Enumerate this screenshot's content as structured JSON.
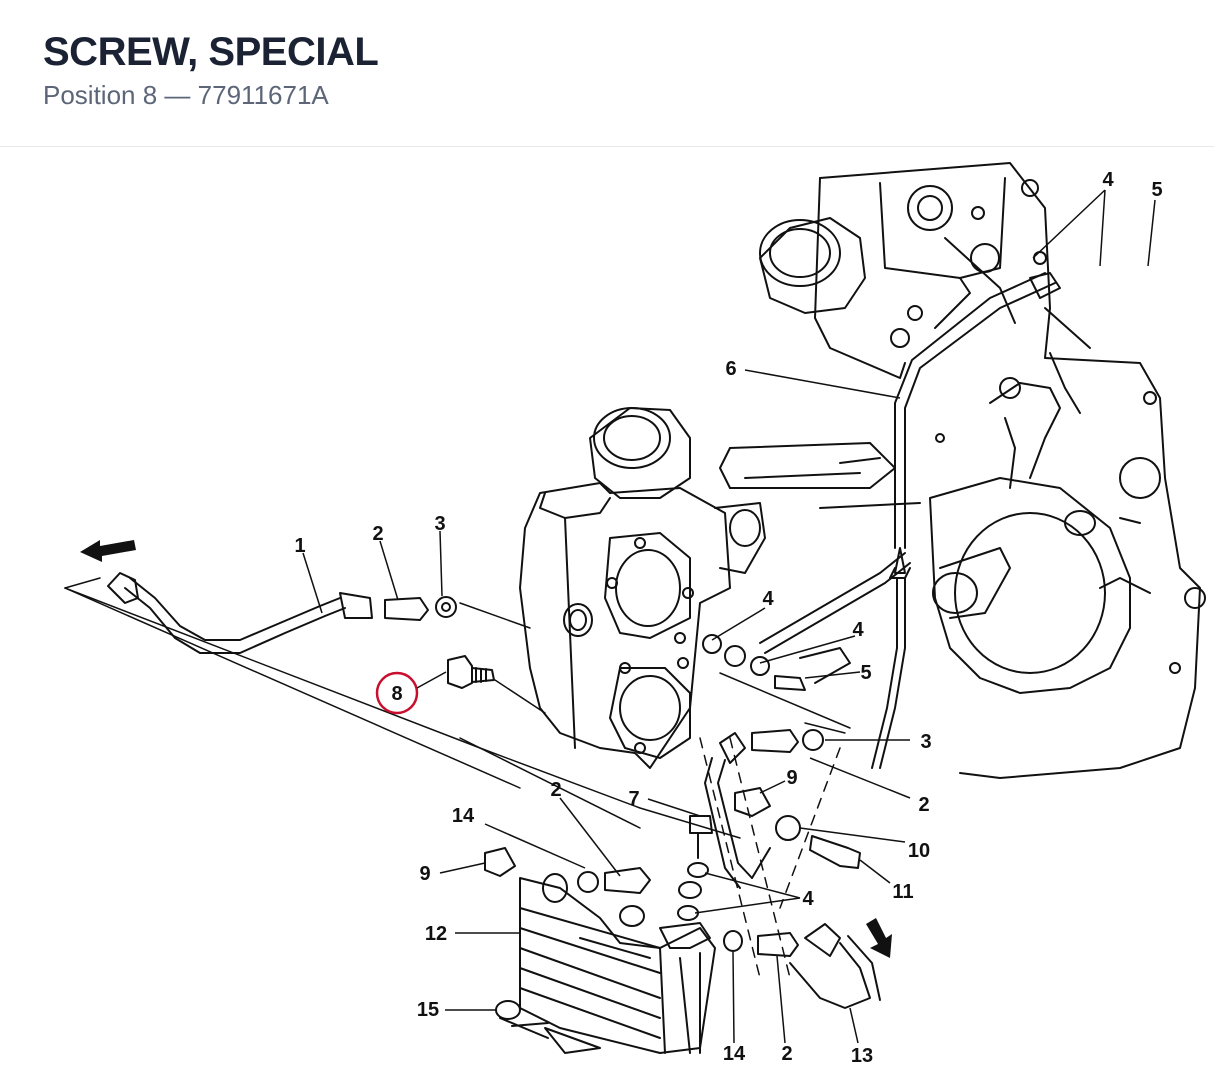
{
  "header": {
    "title": "SCREW, SPECIAL",
    "position_label": "Position 8",
    "separator": "—",
    "part_number": "77911671A"
  },
  "highlight": {
    "position": "8",
    "color": "#c8102e"
  },
  "callouts": [
    {
      "id": "c1",
      "label": "1"
    },
    {
      "id": "c2a",
      "label": "2"
    },
    {
      "id": "c3a",
      "label": "3"
    },
    {
      "id": "c4a",
      "label": "4"
    },
    {
      "id": "c5a",
      "label": "5"
    },
    {
      "id": "c6",
      "label": "6"
    },
    {
      "id": "c4b",
      "label": "4"
    },
    {
      "id": "c4c",
      "label": "4"
    },
    {
      "id": "c5b",
      "label": "5"
    },
    {
      "id": "c3b",
      "label": "3"
    },
    {
      "id": "c2b",
      "label": "2"
    },
    {
      "id": "c9a",
      "label": "9"
    },
    {
      "id": "c7",
      "label": "7"
    },
    {
      "id": "c2c",
      "label": "2"
    },
    {
      "id": "c14a",
      "label": "14"
    },
    {
      "id": "c10",
      "label": "10"
    },
    {
      "id": "c11",
      "label": "11"
    },
    {
      "id": "c9b",
      "label": "9"
    },
    {
      "id": "c4d",
      "label": "4"
    },
    {
      "id": "c12",
      "label": "12"
    },
    {
      "id": "c15",
      "label": "15"
    },
    {
      "id": "c14b",
      "label": "14"
    },
    {
      "id": "c2d",
      "label": "2"
    },
    {
      "id": "c13",
      "label": "13"
    }
  ]
}
